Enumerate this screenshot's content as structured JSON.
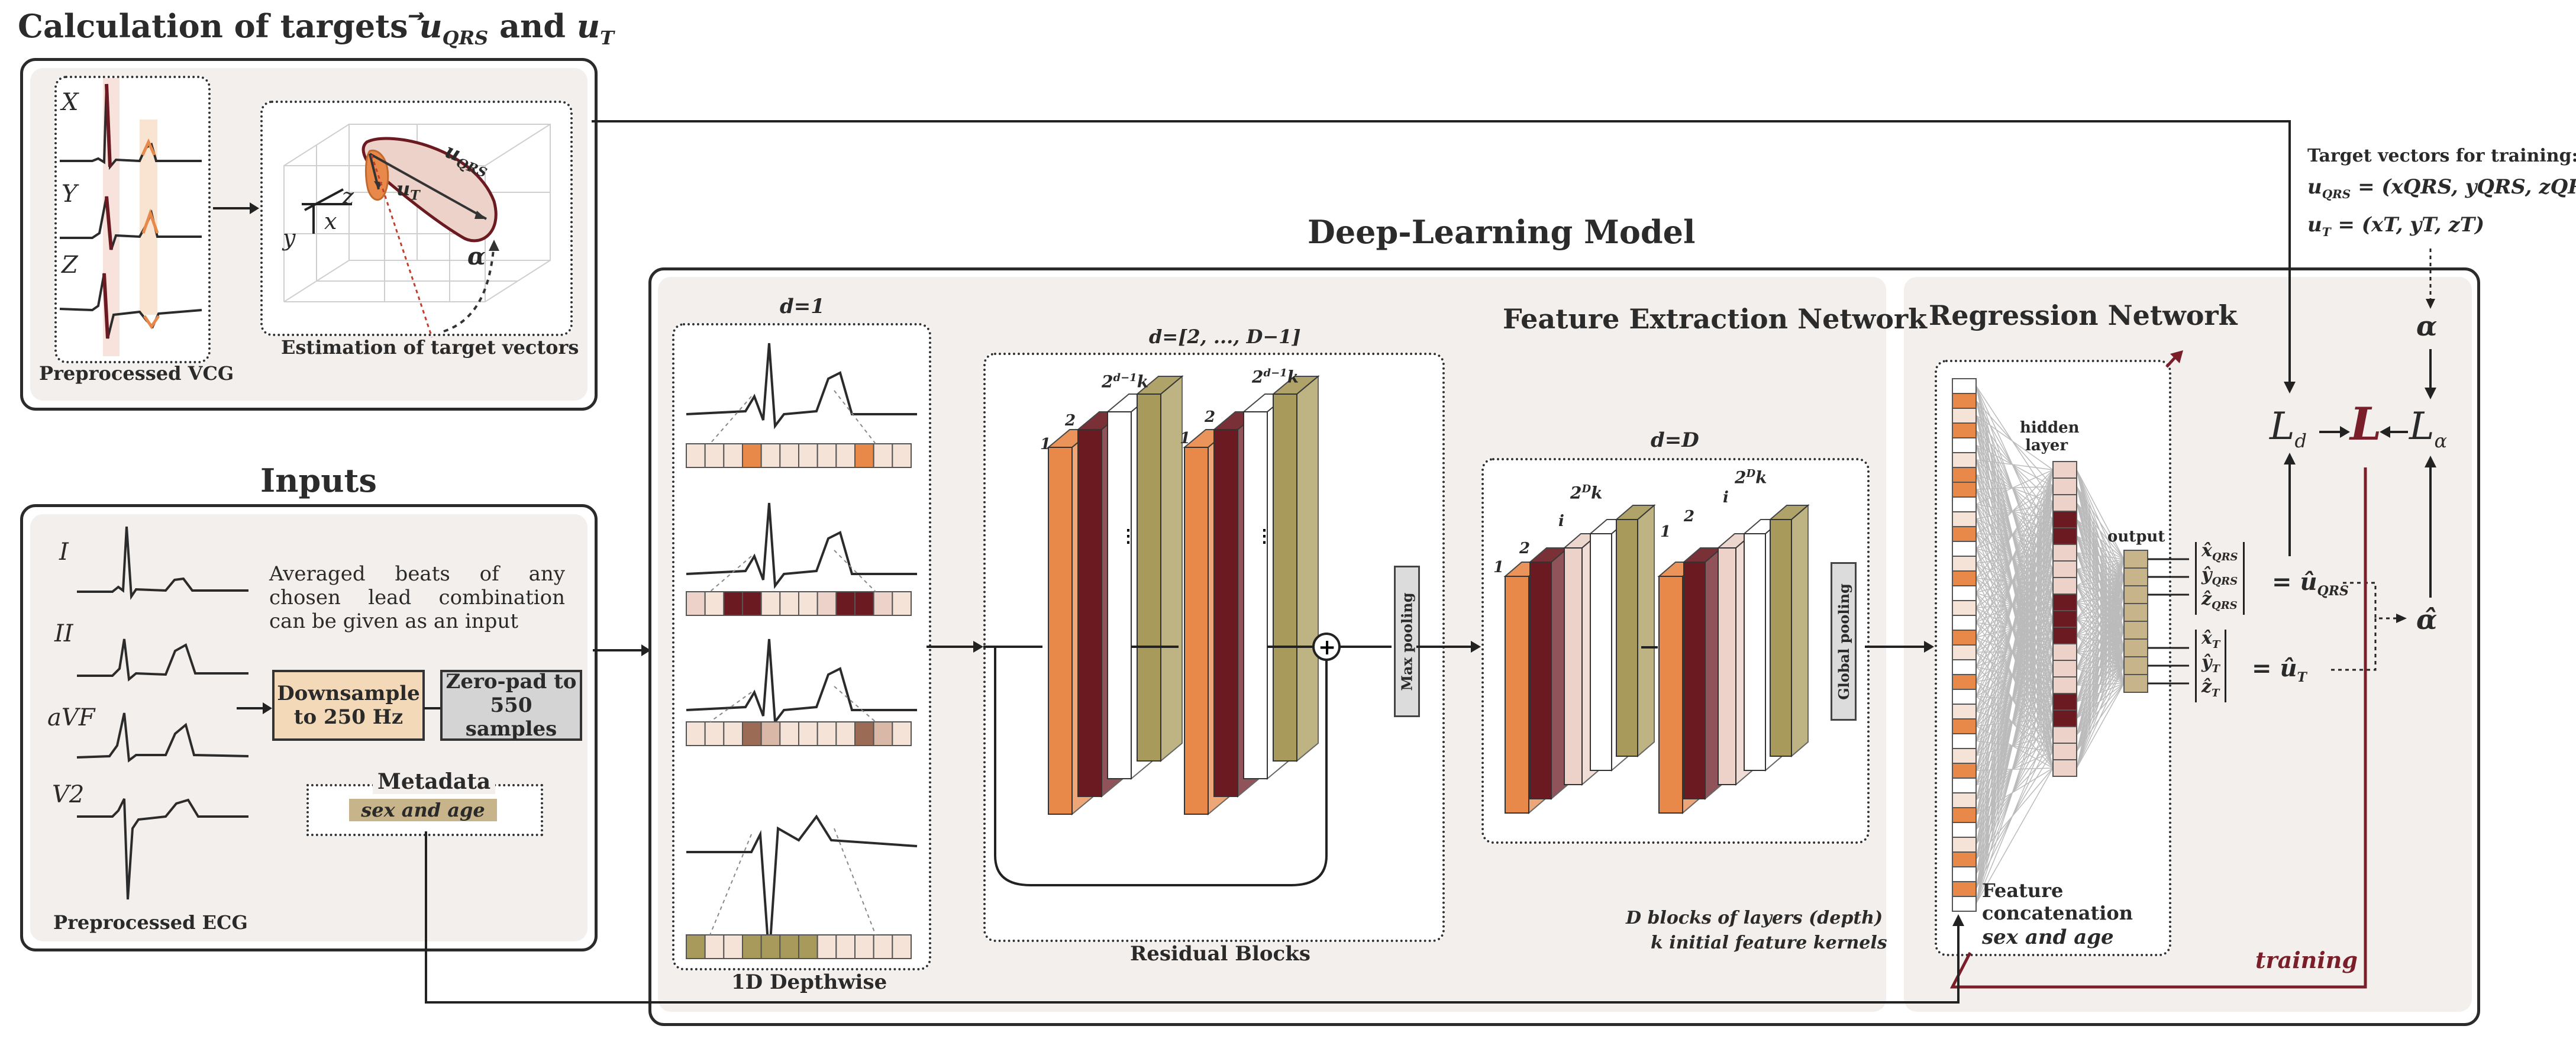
{
  "targets_panel": {
    "title": "Calculation of targets",
    "title_vec1": "u",
    "title_sub1": "QRS",
    "title_and": "and",
    "title_vec2": "u",
    "title_sub2": "T",
    "vcg_leads": [
      "X",
      "Y",
      "Z"
    ],
    "vcg_caption": "Preprocessed VCG",
    "estimation_caption": "Estimation of target vectors",
    "axis_labels": [
      "x",
      "y",
      "z"
    ],
    "vec_qrs": "u",
    "vec_qrs_sub": "QRS",
    "vec_t": "u",
    "vec_t_sub": "T",
    "alpha": "α"
  },
  "inputs_panel": {
    "title": "Inputs",
    "ecg_leads": [
      "I",
      "II",
      "aVF",
      "V2"
    ],
    "ecg_caption": "Preprocessed ECG",
    "description": "Averaged beats of any chosen lead combination can be given as an input",
    "downsample_label": "Downsample to 250 Hz",
    "zeropad_label": "Zero-pad to 550 samples",
    "metadata_title": "Metadata",
    "metadata_value": "sex and age"
  },
  "model": {
    "title": "Deep-Learning Model",
    "fen_title": "Feature Extraction Network",
    "depthwise_header": "d=1",
    "depthwise_caption": "1D Depthwise",
    "residual_header": "d=[2, ..., D−1]",
    "residual_caption": "Residual Blocks",
    "res_kernel_label": "2",
    "res_kernel_sup": "d−1",
    "res_kernel_k": "k",
    "res_num_1": "1",
    "res_num_2": "2",
    "final_header": "d=D",
    "final_kernel_label": "2",
    "final_kernel_sup": "D",
    "final_kernel_k": "k",
    "final_num_i": "i",
    "maxpool_label": "Max pooling",
    "globalpool_label": "Global pooling",
    "note_line1": "D blocks of layers (depth)",
    "note_line2": "k initial feature kernels",
    "rn_title": "Regression Network",
    "hidden_label": "hidden layer",
    "output_label": "output",
    "concat_label": "Feature concatenation",
    "concat_sub": "sex and age",
    "training_label": "training",
    "out_qrs": [
      "x̂",
      "ŷ",
      "ẑ"
    ],
    "out_qrs_sub": "QRS",
    "out_t": [
      "x̂",
      "ŷ",
      "ẑ"
    ],
    "out_t_sub": "T",
    "eq_sign": "=",
    "uhat": "û",
    "uhat_qrs_sub": "QRS",
    "uhat_t_sub": "T"
  },
  "training_targets": {
    "title": "Target vectors for training:",
    "line1_lhs": "u",
    "line1_lhs_sub": "QRS",
    "line1_rhs": "= (x",
    "line1_rhs_full": "(xQRS, yQRS, zQRS)",
    "line2_lhs": "u",
    "line2_lhs_sub": "T",
    "line2_rhs_full": "(xT, yT, zT)"
  },
  "loss": {
    "alpha": "α",
    "alpha_hat": "α̂",
    "L": "L",
    "L_d_sub": "d",
    "L_alpha_sub": "α"
  },
  "colors": {
    "orange": "#e8894a",
    "dark_red": "#6b1a22",
    "olive": "#a89a5a",
    "light_pink": "#ecd2c8",
    "tan": "#c8b48a",
    "panel_bg": "#f3efec",
    "training_red": "#7a1f2a",
    "downsample_fill": "#f3d9b8",
    "zeropad_fill": "#d4d4d4"
  }
}
